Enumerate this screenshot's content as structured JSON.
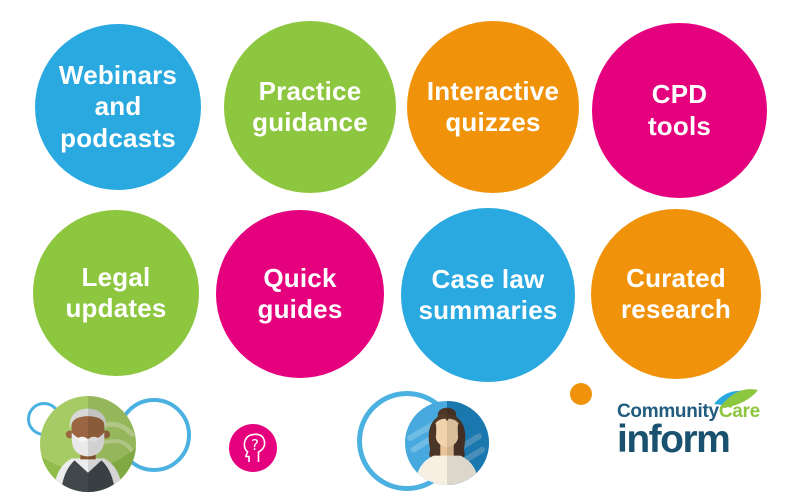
{
  "bubbles": [
    {
      "label": "Webinars\nand\npodcasts",
      "color": "#29A9E0",
      "color_name": "blue"
    },
    {
      "label": "Practice\nguidance",
      "color": "#8DC63F",
      "color_name": "green"
    },
    {
      "label": "Interactive\nquizzes",
      "color": "#F0930B",
      "color_name": "orange"
    },
    {
      "label": "CPD\ntools",
      "color": "#E5007E",
      "color_name": "pink"
    },
    {
      "label": "Legal\nupdates",
      "color": "#8DC63F",
      "color_name": "green"
    },
    {
      "label": "Quick\nguides",
      "color": "#E5007E",
      "color_name": "pink"
    },
    {
      "label": "Case law\nsummaries",
      "color": "#29A9E0",
      "color_name": "blue"
    },
    {
      "label": "Curated\nresearch",
      "color": "#F0930B",
      "color_name": "orange"
    }
  ],
  "decorations": {
    "ring_color": "#4BB1E1",
    "dot_color": "#F0930B",
    "icons": [
      "older-man-avatar",
      "head-question-icon",
      "woman-avatar"
    ]
  },
  "logo": {
    "part1": "Community",
    "part2": "Care",
    "line2": "inform",
    "navy": "#215C7E",
    "green": "#8CC63F",
    "inform_navy": "#19516F",
    "swoosh_blue": "#29A9E0",
    "swoosh_green": "#8DC63F"
  }
}
